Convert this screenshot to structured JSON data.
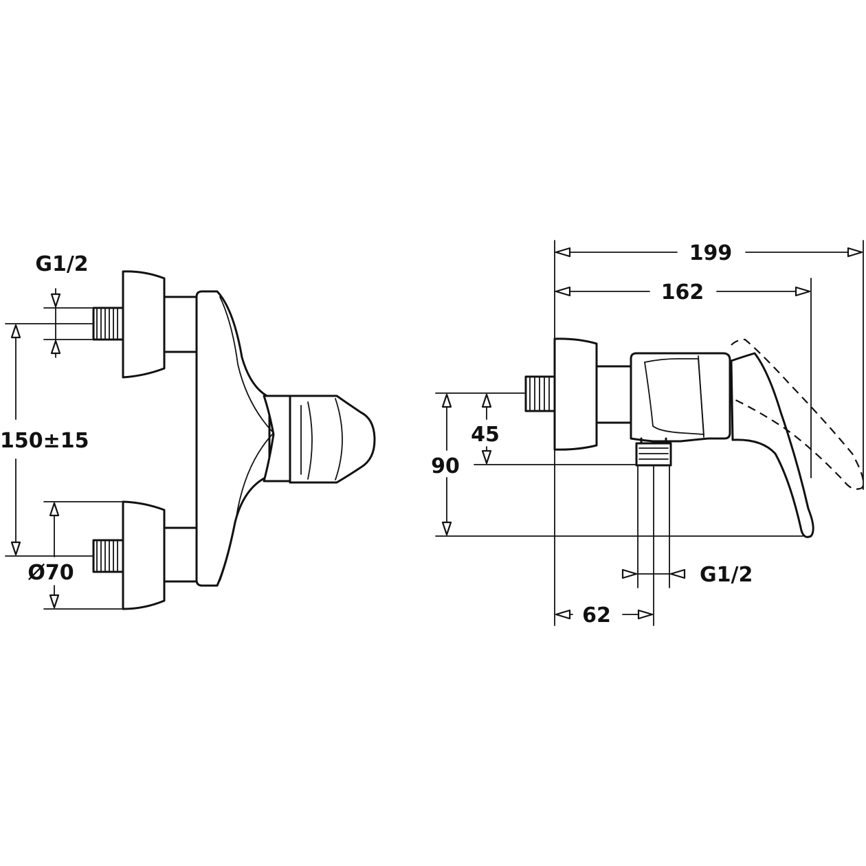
{
  "drawing": {
    "front_view": {
      "dimensions": {
        "thread_size": "G1/2",
        "centre_distance": "150±15",
        "rosette_diameter": "Ø70"
      }
    },
    "side_view": {
      "dimensions": {
        "overall_depth": "199",
        "lever_depth": "162",
        "outlet_offset_upper": "45",
        "outlet_offset_total": "90",
        "outlet_thread": "G1/2",
        "outlet_projection": "62"
      }
    }
  }
}
